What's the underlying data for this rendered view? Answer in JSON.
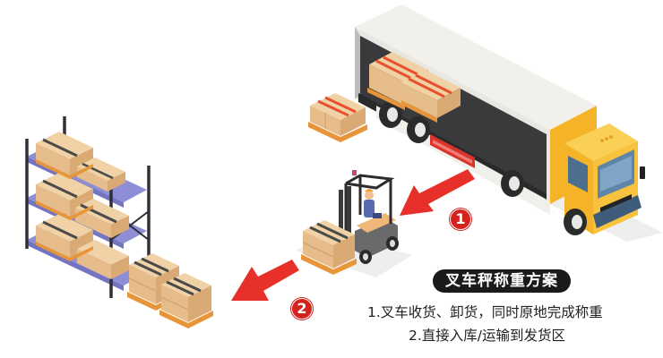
{
  "diagram": {
    "title": "叉车秤称重方案",
    "steps": [
      {
        "number": "1",
        "text": "1.叉车收货、卸货，同时原地完成称重"
      },
      {
        "number": "2",
        "text": "2.直接入库/运输到发货区"
      }
    ],
    "markers": [
      "1",
      "2"
    ],
    "scene_elements": [
      "truck-with-cargo",
      "pallet-boxes",
      "forklift-with-operator",
      "warehouse-shelving",
      "stacked-pallets"
    ],
    "colors": {
      "arrow_red": "#e8302a",
      "badge_red": "#d4221c",
      "truck_yellow": "#f5b428",
      "box_tan": "#e6bd8a",
      "shelf_purple": "#8e8ed6",
      "pallet_orange": "#e8953a",
      "pill_black": "#1a1a1a"
    }
  }
}
